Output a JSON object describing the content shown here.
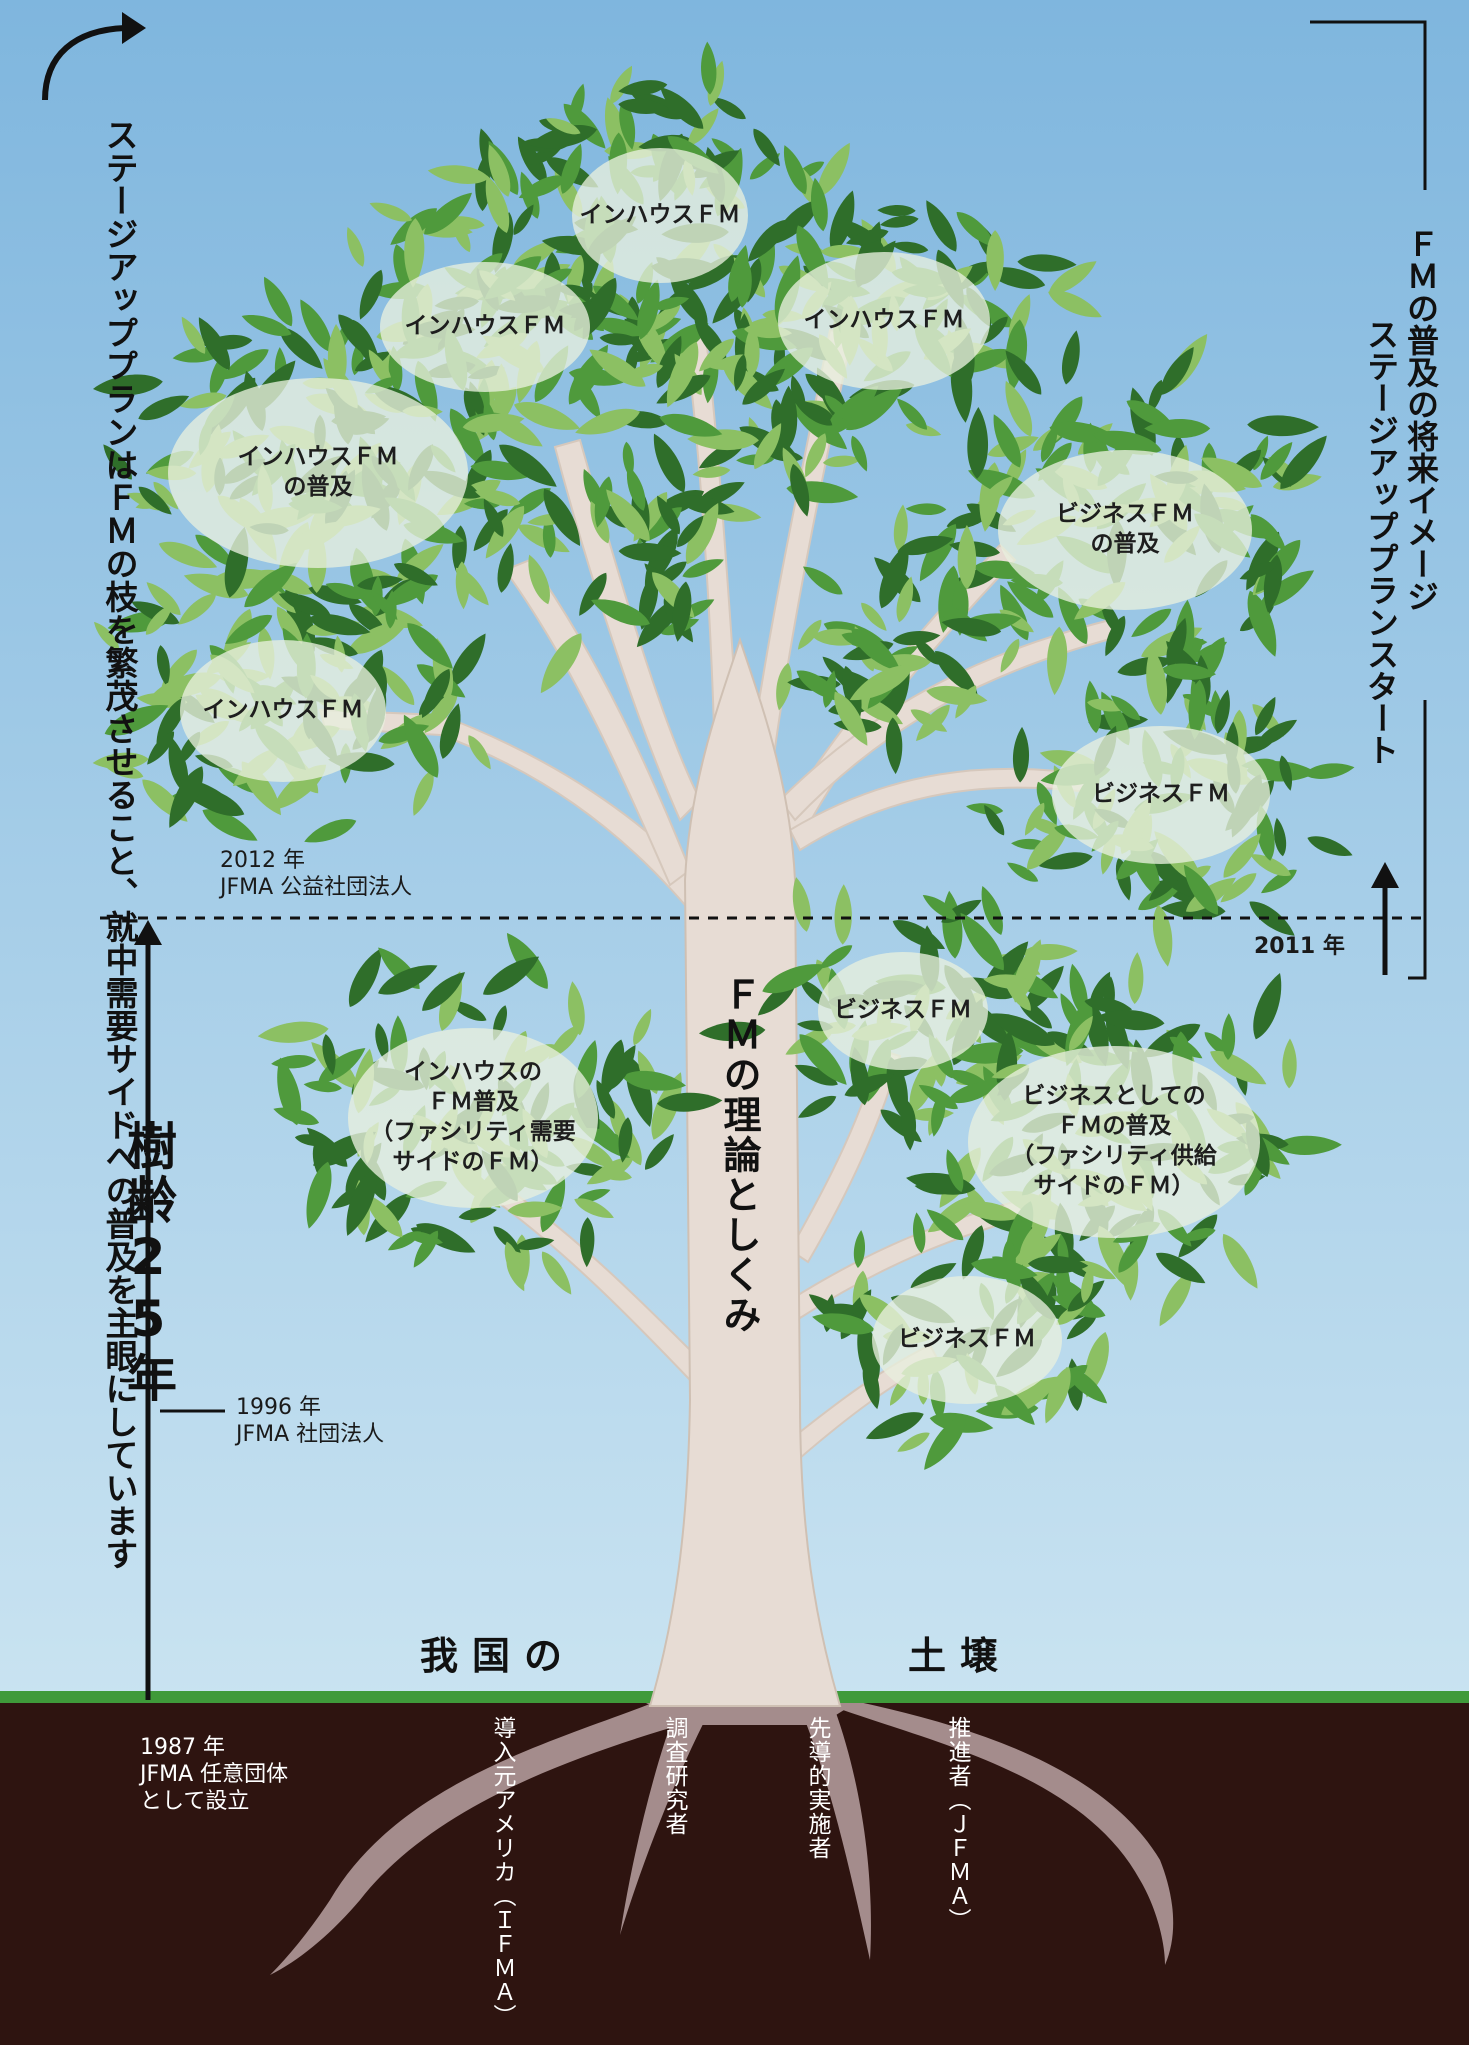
{
  "colors": {
    "sky_top": "#7fb6de",
    "sky_bottom": "#c9e3f1",
    "grass": "#3f9a3a",
    "soil": "#2e1410",
    "trunk": "#e7dcd4",
    "root": "#a48c8c",
    "leaf_dark": "#2f6e2a",
    "leaf_mid": "#4f9a3c",
    "leaf_light": "#8cc063"
  },
  "left_vertical_text": "ステージアッププランはＦＭの枝を繁茂させること、就中需要サイドへの普及を主眼にしています",
  "right_vertical": {
    "line1": "ＦＭの普及の将来イメージ",
    "line2": "ステージアッププランスタート"
  },
  "tree_age": "樹齢25年",
  "trunk_text": "ＦＭの理論としくみ",
  "soil_label_left": "我国の",
  "soil_label_right": "土壌",
  "branch_labels": {
    "inhouse_top": "インハウスＦＭ",
    "inhouse_upper_left": "インハウスＦＭ",
    "inhouse_upper_right": "インハウスＦＭ",
    "inhouse_spread": "インハウスＦＭ\nの普及",
    "inhouse_left": "インハウスＦＭ",
    "business_spread": "ビジネスＦＭ\nの普及",
    "business_right": "ビジネスＦＭ",
    "business_mid": "ビジネスＦＭ",
    "inhouse_demand": "インハウスの\nＦＭ普及\n（ファシリティ需要\nサイドのＦＭ）",
    "business_supply": "ビジネスとしての\nＦＭの普及\n（ファシリティ供給\nサイドのＦＭ）",
    "business_low": "ビジネスＦＭ"
  },
  "milestones": {
    "y2012": "2012 年\nJFMA 公益社団法人",
    "y2011": "2011 年",
    "y1996": "1996 年\nJFMA 社団法人",
    "y1987": "1987 年\nJFMA 任意団体\nとして設立"
  },
  "roots": {
    "r1": "導入元アメリカ（ＩＦＭＡ）",
    "r2": "調査研究者",
    "r3": "先導的実施者",
    "r4": "推進者（ＪＦＭＡ）"
  }
}
